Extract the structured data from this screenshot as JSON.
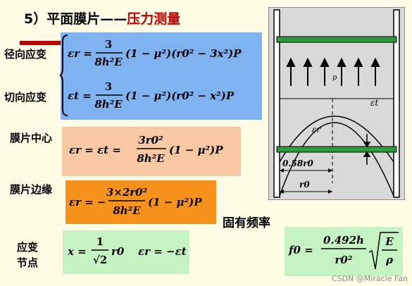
{
  "title": {
    "prefix": "5）平面膜片——",
    "highlight": "压力测量"
  },
  "labels": {
    "radial_strain": "径向应变",
    "tangential_strain": "切向应变",
    "center": "膜片中心",
    "edge": "膜片边缘",
    "node_line1": "应变",
    "node_line2": "节点",
    "natural_freq": "固有频率"
  },
  "formulas": {
    "radial_prefix": "εr = ",
    "radial_num": "3",
    "radial_den": "8h²E",
    "radial_tail": "(1 − μ²)(r0² − 3x²)P",
    "tangential_prefix": "εt = ",
    "tangential_num": "3",
    "tangential_den": "8h²E",
    "tangential_tail": "(1 − μ²)(r0² − x²)P",
    "center_prefix": "εr = εt = ",
    "center_num": "3r0²",
    "center_den": "8h²E",
    "center_tail": "(1 − μ²)P",
    "edge_prefix": "εr = −",
    "edge_num": "3×2r0²",
    "edge_den": "8h²E",
    "edge_tail": "(1 − μ²)P",
    "node_x_prefix": "x = ",
    "node_x_num": "1",
    "node_x_den": "√2",
    "node_x_tail": "r0",
    "node_eps": "εr = −εt",
    "freq_prefix": "f0 = ",
    "freq_num": "0.492h",
    "freq_den": "r0²",
    "freq_sqrt_num": "E",
    "freq_sqrt_den": "ρ"
  },
  "diagram": {
    "p_label": "p",
    "eps_t_label": "εt",
    "eps_r_label": "εr",
    "dim1_label": "0.58r0",
    "dim2_label": "r0"
  },
  "watermark": "CSDN @Miracle Fan",
  "colors": {
    "background": "#fffde6",
    "title_highlight": "#c00000",
    "box_blue": "#7fb2f0",
    "box_peach": "#f8c7a3",
    "box_orange": "#f7931d",
    "box_green": "#c6f3c4",
    "membrane_green": "#2f9a3c",
    "diagram_bg": "#d9d9d9"
  }
}
